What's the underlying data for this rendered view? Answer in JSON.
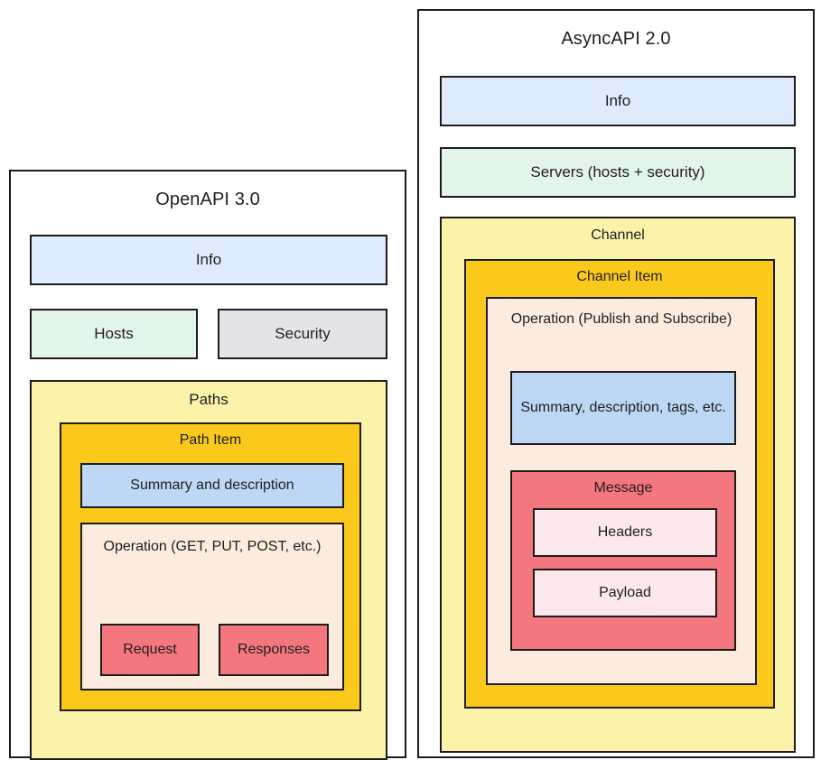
{
  "diagram": {
    "type": "nested-block-comparison",
    "panels": [
      {
        "id": "openapi",
        "title": "OpenAPI 3.0",
        "blocks": {
          "info": "Info",
          "hosts": "Hosts",
          "security": "Security",
          "paths": "Paths",
          "path_item": "Path Item",
          "summary": "Summary and description",
          "operation": "Operation (GET, PUT, POST, etc.)",
          "request": "Request",
          "responses": "Responses"
        }
      },
      {
        "id": "asyncapi",
        "title": "AsyncAPI 2.0",
        "blocks": {
          "info": "Info",
          "servers": "Servers (hosts + security)",
          "channel": "Channel",
          "channel_item": "Channel Item",
          "operation": "Operation (Publish and Subscribe)",
          "summary": "Summary, description, tags, etc.",
          "message": "Message",
          "headers": "Headers",
          "payload": "Payload"
        }
      }
    ]
  },
  "colors": {
    "background": "#ffffff",
    "border": "#1c1c1c",
    "text": "#1f1f1f",
    "info_blue": "#dfeafd",
    "summary_blue": "#bdd7f5",
    "green": "#e3f5e9",
    "gray": "#e4e4e8",
    "pale_yellow": "#fcf3ab",
    "gold": "#fbc91c",
    "peach": "#fcece0",
    "red": "#f4767e",
    "pale_pink": "#fde8eb"
  }
}
